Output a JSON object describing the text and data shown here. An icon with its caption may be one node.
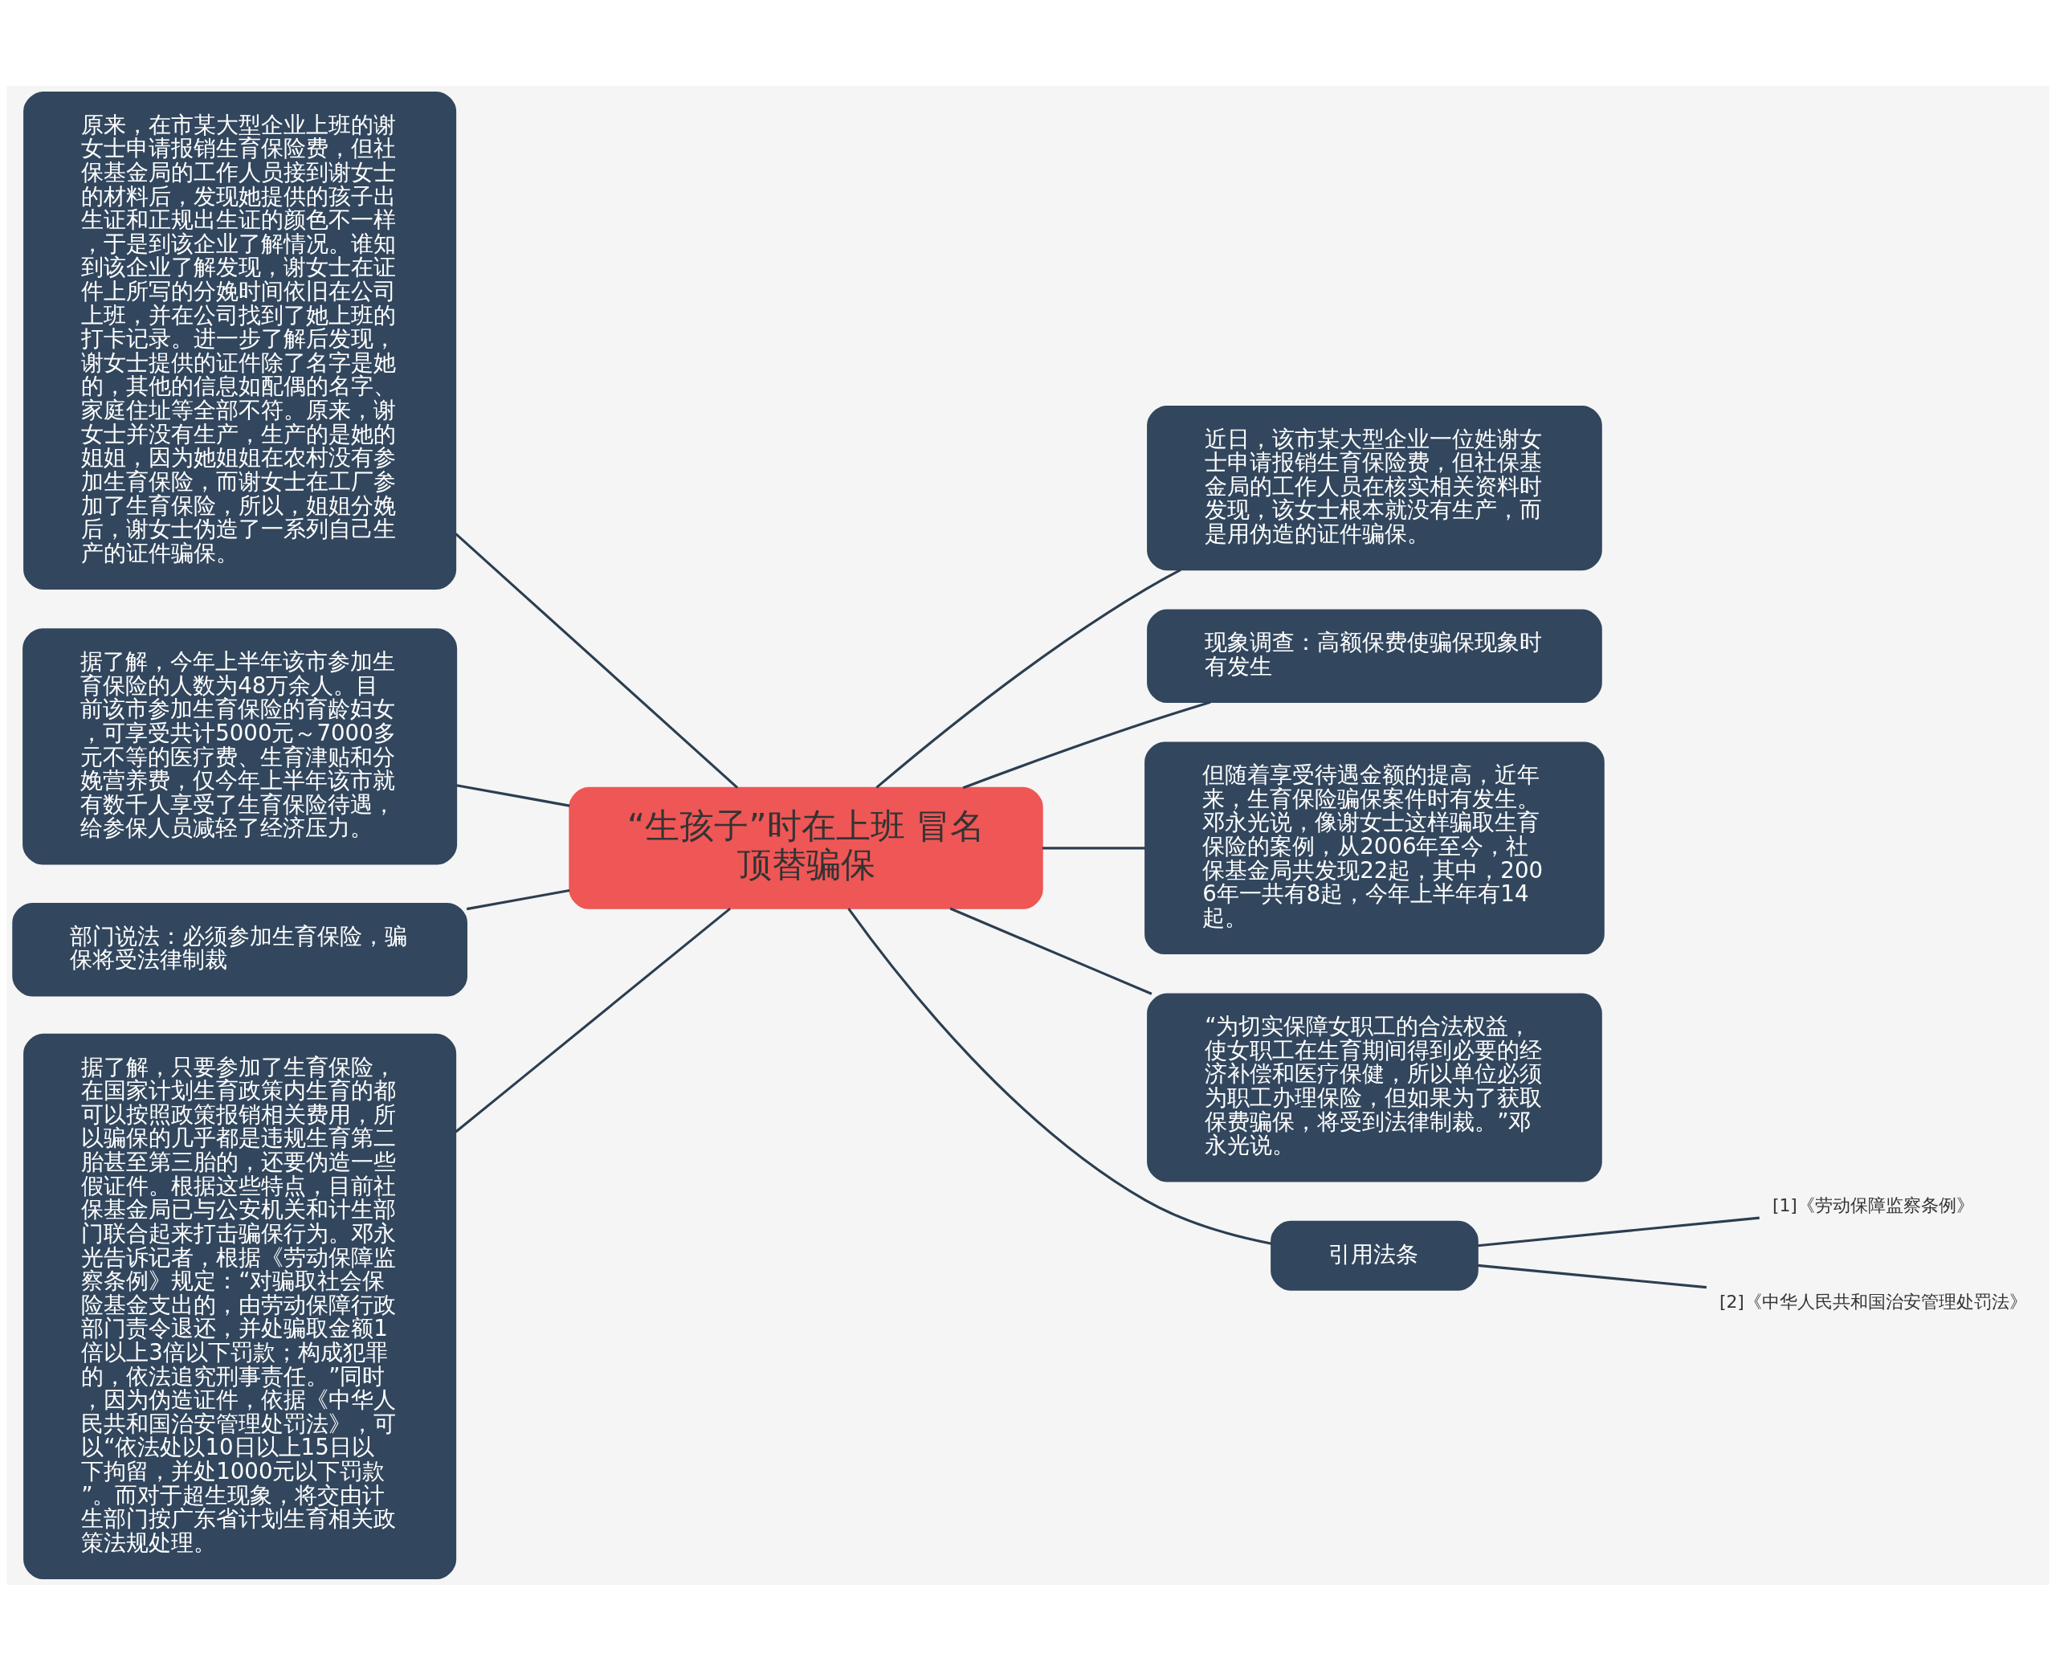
{
  "diagram": {
    "nodes": [
      {
        "text": [
          "“生孩子”时在上班 冒名顶替骗保"
        ]
      },
      {
        "text": [
          "近日，该市某大型企业一位姓谢女士申请报销生育保险费，但社保基金局的工作人员在核实相关资料时发现，该女士根本就没有生产，而是用伪造的证件骗保。"
        ]
      },
      {
        "text": [
          "现象调查：高额保费使骗保现象时有发生"
        ]
      },
      {
        "text": [
          "但随着享受待遇金额的提高，近年来，生育保险骗保案件时有发生。邓永光说，像谢女士这样骗取生育保险的案例，从2006年至今，社保基金局共发现22起，其中，2006年一共有8起，今年上半年有14起。"
        ]
      },
      {
        "text": [
          "“为切实保障女职工的合法权益，使女职工在生育期间得到必要的经济补偿和医疗保健，所以单位必须为职工办理保险，但如果为了获取保费骗保，将受到法律制裁。”邓永光说。"
        ]
      },
      {
        "text": [
          "引用法条"
        ]
      },
      {
        "text": [
          "[1]《劳动保障监察条例》"
        ]
      },
      {
        "text": [
          "[2]《中华人民共和国治安管理处罚法》"
        ]
      },
      {
        "text": [
          "原来，在市某大型企业上班的谢女士申请报销生育保险费，但社保基金局的工作人员接到谢女士的材料后，发现她提供的孩子出生证和正规出生证的颜色不一样，于是到该企业了解情况。谁知到该企业了解发现，谢女士在证件上所写的分娩时间依旧在公司上班，并在公司找到了她上班的打卡记录。进一步了解后发现，谢女士提供的证件除了名字是她的，其他的信息如配偶的名字、家庭住址等全部不符。原来，谢女士并没有生产，生产的是她的姐姐，因为她姐姐在农村没有参加生育保险，而谢女士在工厂参加了生育保险，所以，姐姐分娩后，谢女士伪造了一系列自己生产的证件骗保。"
        ]
      },
      {
        "text": [
          "据了解，今年上半年该市参加生育保险的人数为48万余人。目前该市参加生育保险的育龄妇女，可享受共计5000元～7000多元不等的医疗费、生育津贴和分娩营养费，仅今年上半年该市就有数千人享受了生育保险待遇，给参保人员减轻了经济压力。"
        ]
      },
      {
        "text": [
          "部门说法：必须参加生育保险，骗保将受法律制裁"
        ]
      },
      {
        "text": [
          "据了解，只要参加了生育保险，在国家计划生育政策内生育的都可以按照政策报销相关费用，所以骗保的几乎都是违规生育第二胎甚至第三胎的，还要伪造一些假证件。根据这些特点，目前社保基金局已与公安机关和计生部门联合起来打击骗保行为。邓永光告诉记者，根据《劳动保障监察条例》规定：“对骗取社会保险基金支出的，由劳动保障行政部门责令退还，并处骗取金额1倍以上3倍以下罚款；构成犯罪的，依法追究刑事责任。”同时，因为伪造证件，依据《中华人民共和国治安管理处罚法》，可以“依法处以10日以上15日以下拘留，并处1000元以下罚款”。而对于超生现象，将交由计生部门按广东省计划生育相关政策法规处理。"
        ]
      }
    ],
    "edges": [
      {
        "from": 0,
        "to": 1,
        "arrow": "none"
      },
      {
        "from": 0,
        "to": 2,
        "arrow": "none"
      },
      {
        "from": 0,
        "to": 3,
        "arrow": "none"
      },
      {
        "from": 0,
        "to": 4,
        "arrow": "none"
      },
      {
        "from": 0,
        "to": 5,
        "arrow": "none"
      },
      {
        "from": 5,
        "to": 6,
        "arrow": "none"
      },
      {
        "from": 5,
        "to": 7,
        "arrow": "none"
      },
      {
        "from": 0,
        "to": 8,
        "arrow": "none"
      },
      {
        "from": 0,
        "to": 9,
        "arrow": "none"
      },
      {
        "from": 0,
        "to": 10,
        "arrow": "none"
      },
      {
        "from": 0,
        "to": 11,
        "arrow": "none"
      }
    ]
  }
}
